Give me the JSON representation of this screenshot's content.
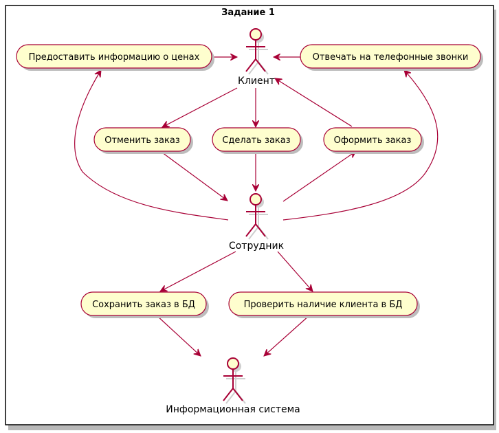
{
  "diagram": {
    "title": "Задание 1",
    "actors": {
      "client": "Клиент",
      "employee": "Сотрудник",
      "info_system": "Информационная система"
    },
    "use_cases": {
      "provide_prices": "Предоставить информацию о ценах",
      "answer_calls": "Отвечать на телефонные звонки",
      "cancel_order": "Отменить заказ",
      "make_order": "Сделать заказ",
      "place_order": "Оформить заказ",
      "save_order": "Сохранить заказ в БД",
      "check_client": "Проверить наличие клиента в БД"
    },
    "colors": {
      "use_case_fill": "#FEFECE",
      "border": "#A80036"
    }
  }
}
